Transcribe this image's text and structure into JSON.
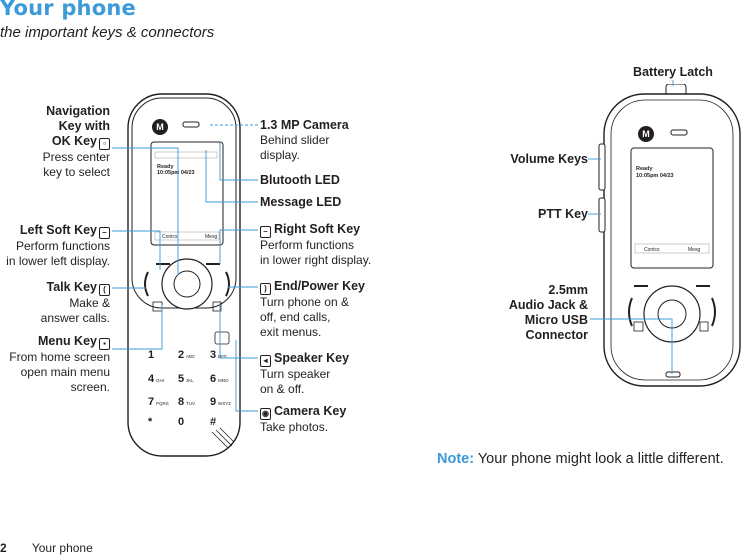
{
  "header": {
    "title": "Your phone",
    "subtitle": "the important keys & connectors"
  },
  "left_phone": {
    "screen_status": "Ready",
    "screen_time": "10:05pm 04/23",
    "softkey_left": "Contcs",
    "softkey_right": "Mesg",
    "keys": [
      "1",
      "2",
      "3",
      "4",
      "5",
      "6",
      "7",
      "8",
      "9",
      "*",
      "0",
      "#"
    ],
    "key_letters": [
      "ABC",
      "DEF",
      "GHI",
      "JKL",
      "MNO",
      "PQRS",
      "TUV",
      "WXYZ"
    ]
  },
  "right_phone": {
    "screen_status": "Ready",
    "screen_time": "10:05pm 04/23",
    "softkey_left": "Contcs",
    "softkey_right": "Mesg"
  },
  "callouts_left": {
    "navigation": {
      "title_1": "Navigation",
      "title_2": "Key with",
      "title_3": "OK Key",
      "desc_1": "Press center",
      "desc_2": "key to select"
    },
    "left_soft": {
      "title": "Left Soft Key",
      "desc_1": "Perform functions",
      "desc_2": "in lower left display."
    },
    "talk": {
      "title": "Talk Key",
      "desc_1": "Make &",
      "desc_2": "answer calls."
    },
    "menu": {
      "title": "Menu Key",
      "desc_1": "From home screen",
      "desc_2": "open main menu",
      "desc_3": "screen."
    }
  },
  "callouts_middle": {
    "camera_lens": {
      "title": "1.3 MP Camera",
      "desc_1": "Behind slider",
      "desc_2": "display."
    },
    "bluetooth_led": {
      "title": "Blutooth LED"
    },
    "message_led": {
      "title": "Message LED"
    },
    "right_soft": {
      "title": "Right Soft Key",
      "desc_1": "Perform functions",
      "desc_2": "in lower right display."
    },
    "end_power": {
      "title": "End/Power Key",
      "desc_1": "Turn phone on &",
      "desc_2": "off, end calls,",
      "desc_3": "exit menus."
    },
    "speaker": {
      "title": "Speaker Key",
      "desc_1": "Turn speaker",
      "desc_2": "on & off."
    },
    "camera_key": {
      "title": "Camera Key",
      "desc_1": "Take photos."
    }
  },
  "callouts_right": {
    "battery_latch": "Battery Latch",
    "volume_keys": "Volume Keys",
    "ptt_key": "PTT Key",
    "audio_jack_1": "2.5mm",
    "audio_jack_2": "Audio Jack &",
    "audio_jack_3": "Micro USB",
    "audio_jack_4": "Connector"
  },
  "note": {
    "label": "Note:",
    "text": "Your phone might look a little different."
  },
  "footer": {
    "page_number": "2",
    "section": "Your phone"
  },
  "colors": {
    "accent": "#3b9ad9",
    "text": "#231f20",
    "leader": "#3b9ad9"
  }
}
